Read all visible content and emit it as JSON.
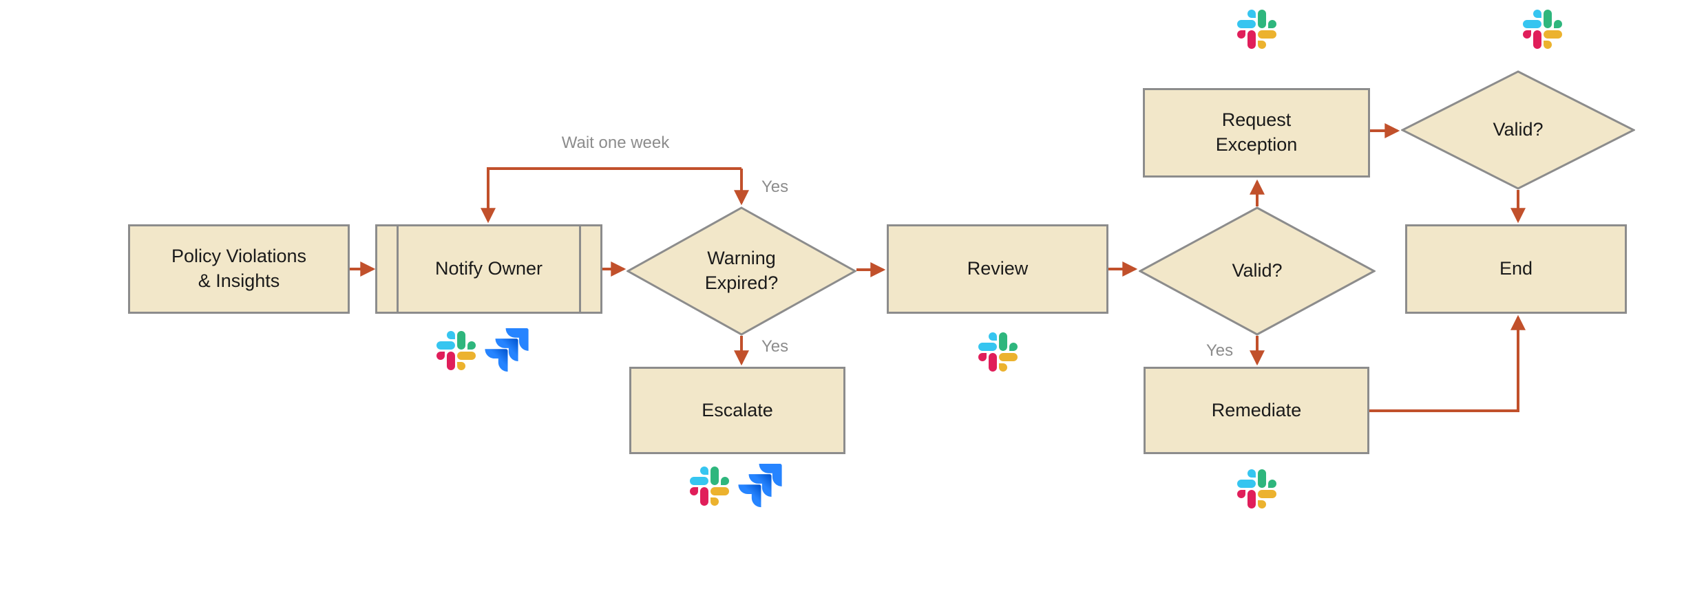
{
  "diagram": {
    "title": "policy-violation-workflow-flowchart",
    "colors": {
      "node_fill": "#F2E7C9",
      "node_border": "#8C8C8C",
      "arrow": "#C1502B",
      "edge_label_text": "#8C8C8C",
      "node_text": "#1A1A1A",
      "background": "#FFFFFF",
      "slack_blue": "#36C5F0",
      "slack_green": "#2EB67D",
      "slack_red": "#E01E5A",
      "slack_yellow": "#ECB22E",
      "jira_blue": "#2684FF",
      "jira_blue_dark": "#0052CC"
    },
    "nodes": {
      "policy": {
        "label": "Policy Violations & Insights",
        "type": "process"
      },
      "notify": {
        "label": "Notify Owner",
        "type": "subprocess",
        "icons": [
          "slack",
          "jira"
        ]
      },
      "warning": {
        "label": "Warning Expired?",
        "type": "decision"
      },
      "escalate": {
        "label": "Escalate",
        "type": "process",
        "icons": [
          "slack",
          "jira"
        ]
      },
      "review": {
        "label": "Review",
        "type": "process",
        "icons": [
          "slack"
        ]
      },
      "valid_mid": {
        "label": "Valid?",
        "type": "decision"
      },
      "request_exception": {
        "label": "Request Exception",
        "type": "process",
        "icons": [
          "slack"
        ]
      },
      "remediate": {
        "label": "Remediate",
        "type": "process",
        "icons": [
          "slack"
        ]
      },
      "valid_top": {
        "label": "Valid?",
        "type": "decision",
        "icons": [
          "slack"
        ]
      },
      "end": {
        "label": "End",
        "type": "process"
      }
    },
    "edges": [
      {
        "from": "policy",
        "to": "notify"
      },
      {
        "from": "notify",
        "to": "warning"
      },
      {
        "from": "warning",
        "to": "notify",
        "labels": [
          "Wait one week",
          "Yes"
        ]
      },
      {
        "from": "warning",
        "to": "escalate",
        "labels": [
          "Yes"
        ]
      },
      {
        "from": "warning",
        "to": "review"
      },
      {
        "from": "review",
        "to": "valid_mid"
      },
      {
        "from": "valid_mid",
        "to": "request_exception"
      },
      {
        "from": "valid_mid",
        "to": "remediate",
        "labels": [
          "Yes"
        ]
      },
      {
        "from": "request_exception",
        "to": "valid_top"
      },
      {
        "from": "valid_top",
        "to": "end"
      },
      {
        "from": "remediate",
        "to": "end"
      }
    ],
    "edge_labels": {
      "wait_one_week": "Wait one week",
      "yes_loop": "Yes",
      "yes_escalate": "Yes",
      "yes_remediate": "Yes"
    },
    "icons": {
      "slack": "slack-logo",
      "jira": "jira-logo"
    }
  }
}
